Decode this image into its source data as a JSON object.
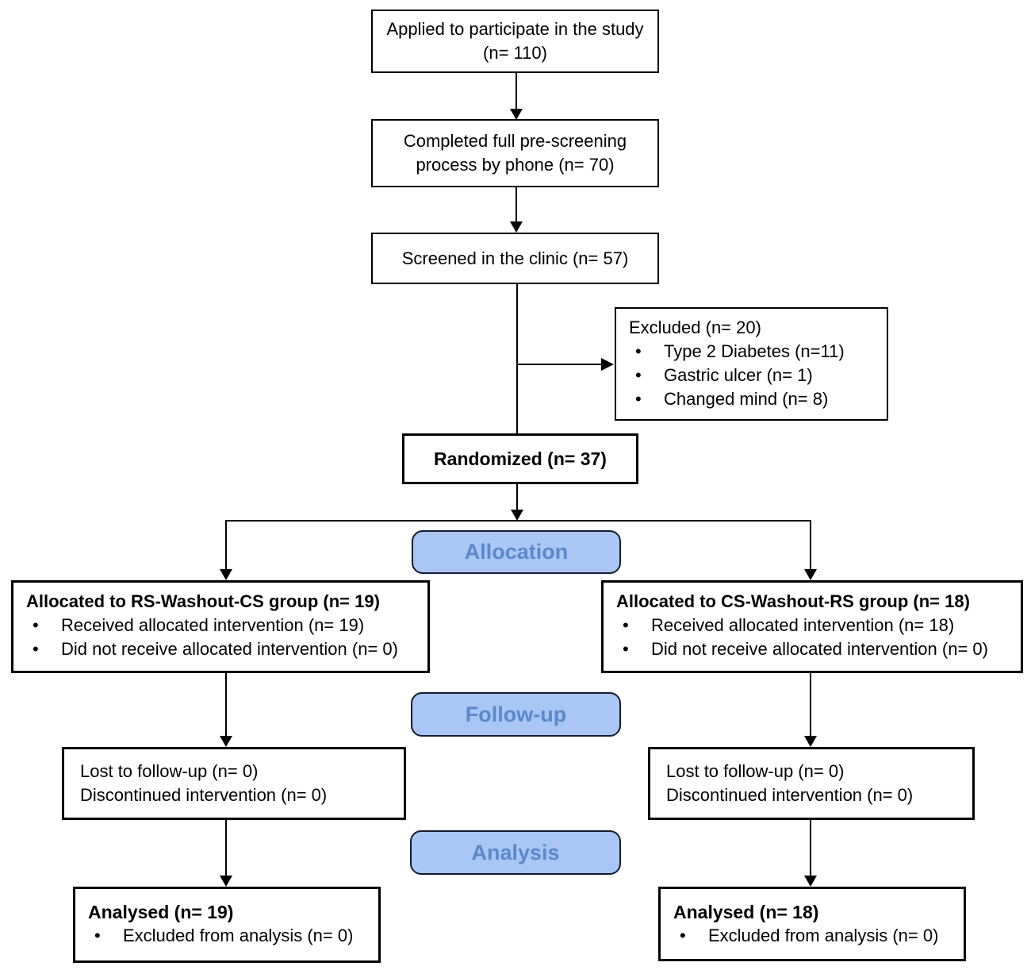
{
  "diagram": {
    "colors": {
      "background": "#ffffff",
      "box_border": "#000000",
      "line_color": "#000000",
      "stage_fill": "#A9C6F5",
      "stage_border": "#141c2e",
      "stage_text": "#5C88CB"
    },
    "boxes": {
      "applied": {
        "text": "Applied to participate in the study (n= 110)"
      },
      "prescreen": {
        "text": "Completed full pre-screening process by phone (n= 70)"
      },
      "screened": {
        "text": "Screened in the clinic (n= 57)"
      },
      "excluded": {
        "title": "Excluded (n= 20)",
        "items": [
          "Type 2 Diabetes (n=11)",
          "Gastric ulcer (n= 1)",
          "Changed mind (n= 8)"
        ]
      },
      "randomized": {
        "text": "Randomized (n= 37)"
      },
      "alloc_left": {
        "title": "Allocated to RS-Washout-CS group (n= 19)",
        "items": [
          "Received allocated intervention (n= 19)",
          "Did not receive allocated intervention (n= 0)"
        ]
      },
      "alloc_right": {
        "title": "Allocated to CS-Washout-RS group (n= 18)",
        "items": [
          "Received allocated intervention (n= 18)",
          "Did not receive allocated intervention (n= 0)"
        ]
      },
      "followup_left": {
        "lines": [
          "Lost to follow-up (n= 0)",
          "Discontinued intervention (n= 0)"
        ]
      },
      "followup_right": {
        "lines": [
          "Lost to follow-up (n= 0)",
          "Discontinued intervention (n= 0)"
        ]
      },
      "analysed_left": {
        "title": "Analysed (n= 19)",
        "items": [
          "Excluded from analysis (n= 0)"
        ]
      },
      "analysed_right": {
        "title": "Analysed (n= 18)",
        "items": [
          "Excluded from analysis (n= 0)"
        ]
      }
    },
    "stages": {
      "allocation": "Allocation",
      "followup": "Follow-up",
      "analysis": "Analysis"
    }
  }
}
